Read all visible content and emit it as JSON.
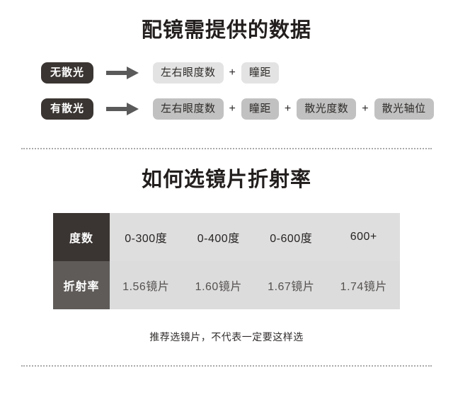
{
  "section_one": {
    "title": "配镜需提供的数据",
    "rows": [
      {
        "badge": "无散光",
        "arrow_icon": "arrow-right-icon",
        "tag_style": "light",
        "tags": [
          "左右眼度数",
          "瞳距"
        ],
        "separator": "+"
      },
      {
        "badge": "有散光",
        "arrow_icon": "arrow-right-icon",
        "tag_style": "dark",
        "tags": [
          "左右眼度数",
          "瞳距",
          "散光度数",
          "散光轴位"
        ],
        "separator": "+"
      }
    ]
  },
  "section_two": {
    "title": "如何选镜片折射率",
    "table": {
      "rows": [
        {
          "label": "度数",
          "cells": [
            "0-300度",
            "0-400度",
            "0-600度",
            "600+"
          ]
        },
        {
          "label": "折射率",
          "cells": [
            "1.56镜片",
            "1.60镜片",
            "1.67镜片",
            "1.74镜片"
          ]
        }
      ]
    },
    "footnote": "推荐选镜片，不代表一定要这样选"
  },
  "colors": {
    "background": "#ffffff",
    "heading_text": "#231f1e",
    "badge_bg": "#3a3532",
    "arrow": "#5a5a5a",
    "tag_light_bg": "#e3e3e3",
    "tag_dark_bg": "#c1c1c1",
    "table_label_dark": "#3a3533",
    "table_label_medium": "#5f5b59",
    "table_cell_bg": "#dedede",
    "divider": "#a9a9a9"
  }
}
